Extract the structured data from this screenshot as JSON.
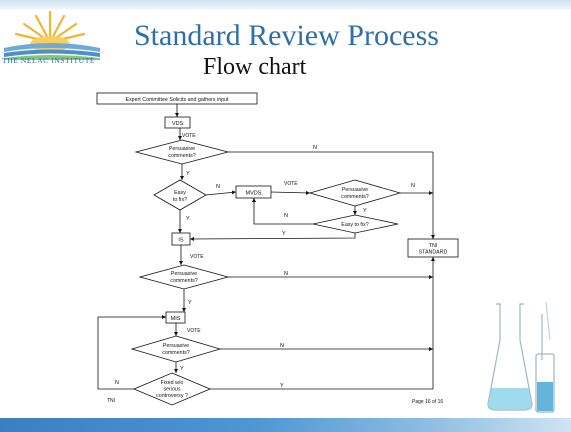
{
  "header": {
    "title": "Standard Review Process",
    "subtitle": "Flow chart",
    "logo_text": "THE NELAC INSTITUTE"
  },
  "flowchart": {
    "start": "Expert Committee Solicits and gathers input",
    "vds": "VDS",
    "vote": "VOTE",
    "persuasive_1": "Persuasive",
    "persuasive_2": "comments?",
    "easy_1": "Easy",
    "easy_2": "to fix?",
    "easy_inline": "Easy to fix?",
    "mvds": "MVDS",
    "is": "IS",
    "mis": "MIS",
    "tni_1": "TNI",
    "tni_2": "STANDARD",
    "fixed_1": "Fixed w/o",
    "fixed_2": "serious",
    "fixed_3": "controversy ?",
    "yes": "Y",
    "no": "N",
    "tni_small": "TNI",
    "page": "Page 16 of 16"
  }
}
